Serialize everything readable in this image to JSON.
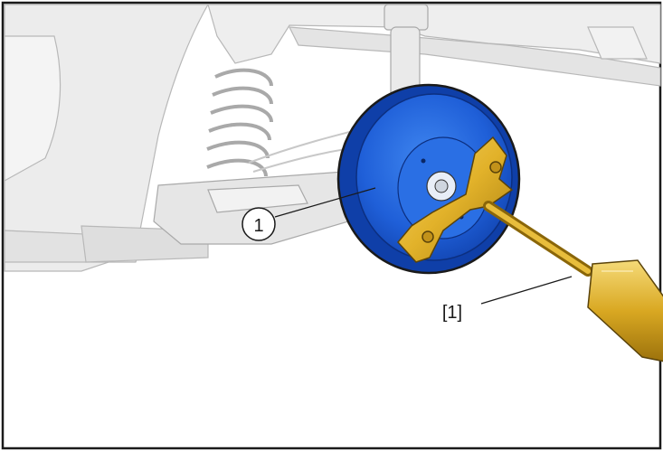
{
  "figure": {
    "callouts": {
      "component": "1",
      "tool": "[1]"
    },
    "parts": {
      "vehicle_body": "rear-quarter-panel",
      "suspension": "coil-spring-and-shock",
      "component_highlighted": "brake-drum",
      "tool": "drum-puller-slide-hammer"
    },
    "colors": {
      "highlight_blue": "#1f5fd8",
      "highlight_blue_dark": "#0f3fa8",
      "tool_gold": "#e2b22a",
      "tool_gold_dark": "#a77d10",
      "outline": "#1a1a1a",
      "body_gray": "#ececec"
    }
  }
}
